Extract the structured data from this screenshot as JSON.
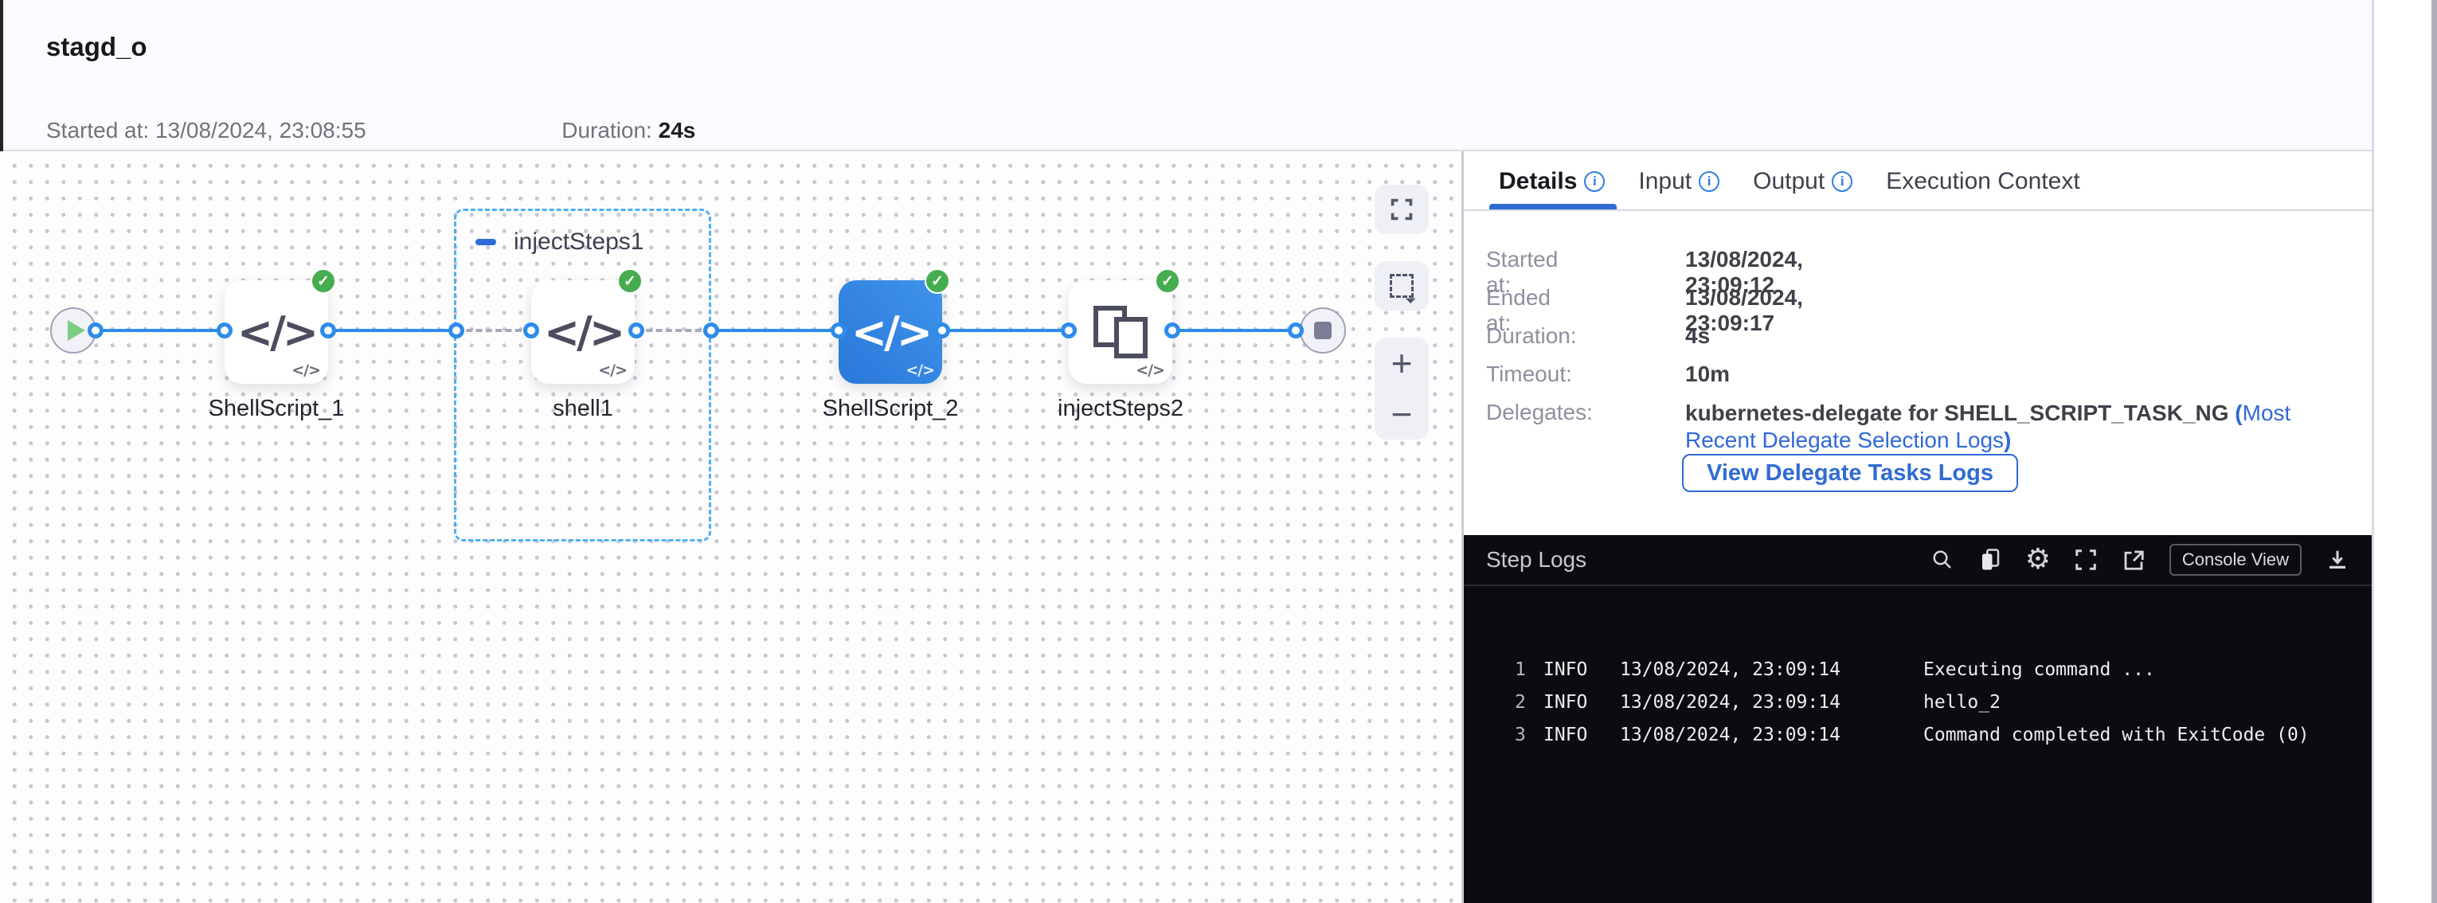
{
  "header": {
    "title": "stagd_o",
    "started_label": "Started at:",
    "started_value": "13/08/2024, 23:08:55",
    "duration_label": "Duration:",
    "duration_value": "24s"
  },
  "canvas": {
    "group1_label": "injectSteps1",
    "nodes": [
      {
        "label": "ShellScript_1"
      },
      {
        "label": "shell1"
      },
      {
        "label": "ShellScript_2"
      },
      {
        "label": "injectSteps2"
      }
    ],
    "node_icon": "</>",
    "corner_icon": "</>",
    "check_icon": "✓",
    "zoom_in": "+",
    "zoom_out": "−"
  },
  "tabs": {
    "details": "Details",
    "input": "Input",
    "output": "Output",
    "execution_context": "Execution Context",
    "info_glyph": "i"
  },
  "details": {
    "rows": [
      {
        "label": "Started at:",
        "value": "13/08/2024, 23:09:12"
      },
      {
        "label": "Ended at:",
        "value": "13/08/2024, 23:09:17"
      },
      {
        "label": "Duration:",
        "value": "4s"
      },
      {
        "label": "Timeout:",
        "value": "10m"
      }
    ],
    "delegates_label": "Delegates:",
    "delegates_bold": "kubernetes-delegate for SHELL_SCRIPT_TASK_NG ",
    "delegates_paren_open": "(",
    "delegates_link": "Most Recent Delegate Selection Logs",
    "delegates_paren_close": ")",
    "view_logs_button": "View Delegate Tasks Logs"
  },
  "step_logs": {
    "title": "Step Logs",
    "console_view": "Console View",
    "lines": [
      {
        "num": "1",
        "level": "INFO",
        "timestamp": "13/08/2024, 23:09:14",
        "message": "Executing command ..."
      },
      {
        "num": "2",
        "level": "INFO",
        "timestamp": "13/08/2024, 23:09:14",
        "message": "hello_2"
      },
      {
        "num": "3",
        "level": "INFO",
        "timestamp": "13/08/2024, 23:09:14",
        "message": "Command completed with ExitCode (0)"
      }
    ]
  },
  "colors": {
    "accent": "#3069d6",
    "connector": "#2e8ce9",
    "success": "#45ad4f",
    "log_bg": "#0b0c0f"
  }
}
